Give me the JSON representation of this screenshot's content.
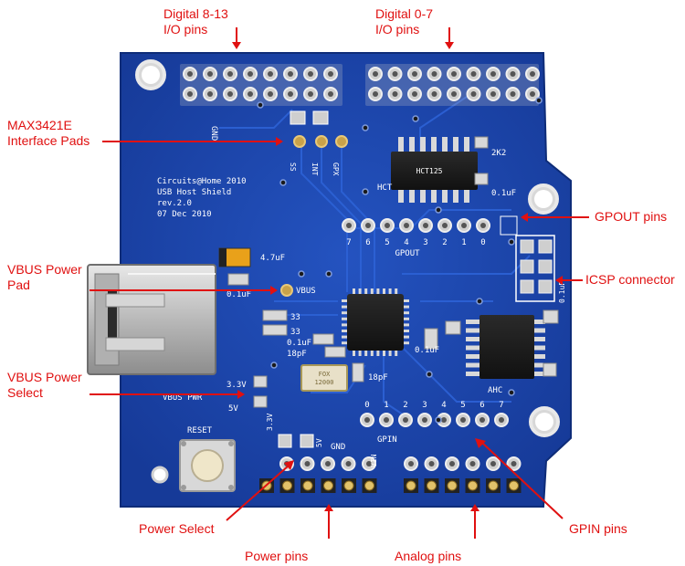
{
  "annotations": {
    "digital_8_13": [
      "Digital 8-13",
      "I/O pins"
    ],
    "digital_0_7": [
      "Digital 0-7",
      "I/O pins"
    ],
    "max3421e": [
      "MAX3421E",
      "Interface Pads"
    ],
    "gpout_pins": "GPOUT pins",
    "vbus_power_pad": [
      "VBUS Power",
      "Pad"
    ],
    "icsp_connector": "ICSP connector",
    "vbus_power_select": [
      "VBUS Power",
      "Select"
    ],
    "power_select": "Power Select",
    "gpin_pins": "GPIN pins",
    "power_pins": "Power pins",
    "analog_pins": "Analog pins"
  },
  "board_silkscreen": {
    "title_block": [
      "Circuits@Home 2010",
      "USB Host Shield",
      "rev.2.0",
      "07 Dec 2010"
    ],
    "gnd_top": "GND",
    "pad_labels": [
      "SS",
      "INT",
      "GPX"
    ],
    "cap_2k2": "2K2",
    "hct": "HCT",
    "cap_01uf_top": "0.1uF",
    "gpout_numbers": [
      "7",
      "6",
      "5",
      "4",
      "3",
      "2",
      "1",
      "0"
    ],
    "gpout": "GPOUT",
    "cap_47uf": "4.7uF",
    "cap_01uf_left": "0.1uF",
    "vbus": "VBUS",
    "res_33_a": "33",
    "res_33_b": "33",
    "cap_01uf_mid": "0.1uF",
    "cap_18pf_left": "18pF",
    "cap_01uf_center": "0.1uF",
    "cap_18pf_right": "18pF",
    "cap_01uf_right": "0.1uF",
    "ahc": "AHC",
    "v33": "3.3V",
    "vbus_pwr": "VBUS PWR",
    "v5": "5V",
    "gpin_numbers": [
      "0",
      "1",
      "2",
      "3",
      "4",
      "5",
      "6",
      "7"
    ],
    "gpin": "GPIN",
    "reset": "RESET",
    "v33_vertical": "3.3V",
    "v5_vertical": "5V",
    "gnd_bottom": "GND",
    "vin": "VIN",
    "crystal": [
      "FOX",
      "12000"
    ],
    "chip_mark": "HCT125"
  },
  "colors": {
    "annotation": "#e01010",
    "board": "#1a3fa0",
    "silkscreen": "#ffffff",
    "gold": "#c9a24a"
  }
}
